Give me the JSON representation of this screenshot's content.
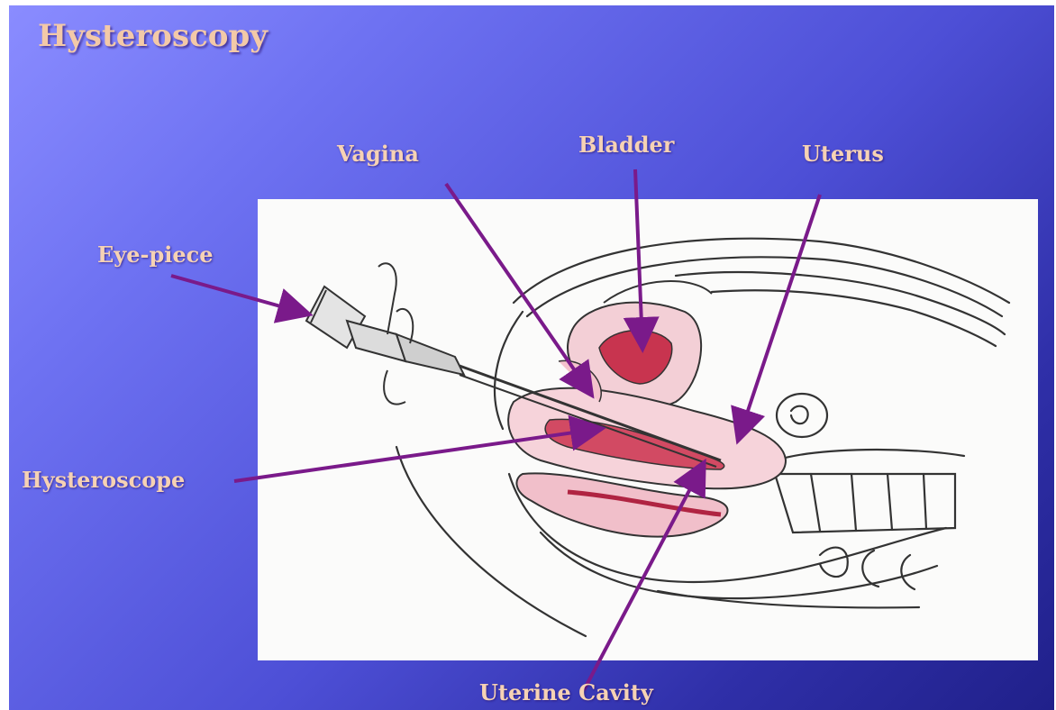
{
  "slide": {
    "title": "Hysteroscopy"
  },
  "labels": {
    "vagina": "Vagina",
    "bladder": "Bladder",
    "uterus": "Uterus",
    "eye_piece": "Eye-piece",
    "hysteroscope": "Hysteroscope",
    "uterine_cavity": "Uterine Cavity"
  },
  "colors": {
    "background_light": "#8a8cff",
    "background_dark": "#20208a",
    "label_text": "#f6d2b4",
    "arrow": "#7a1a8a",
    "tissue_pink": "#f2c6cf",
    "tissue_red": "#c0304e"
  }
}
